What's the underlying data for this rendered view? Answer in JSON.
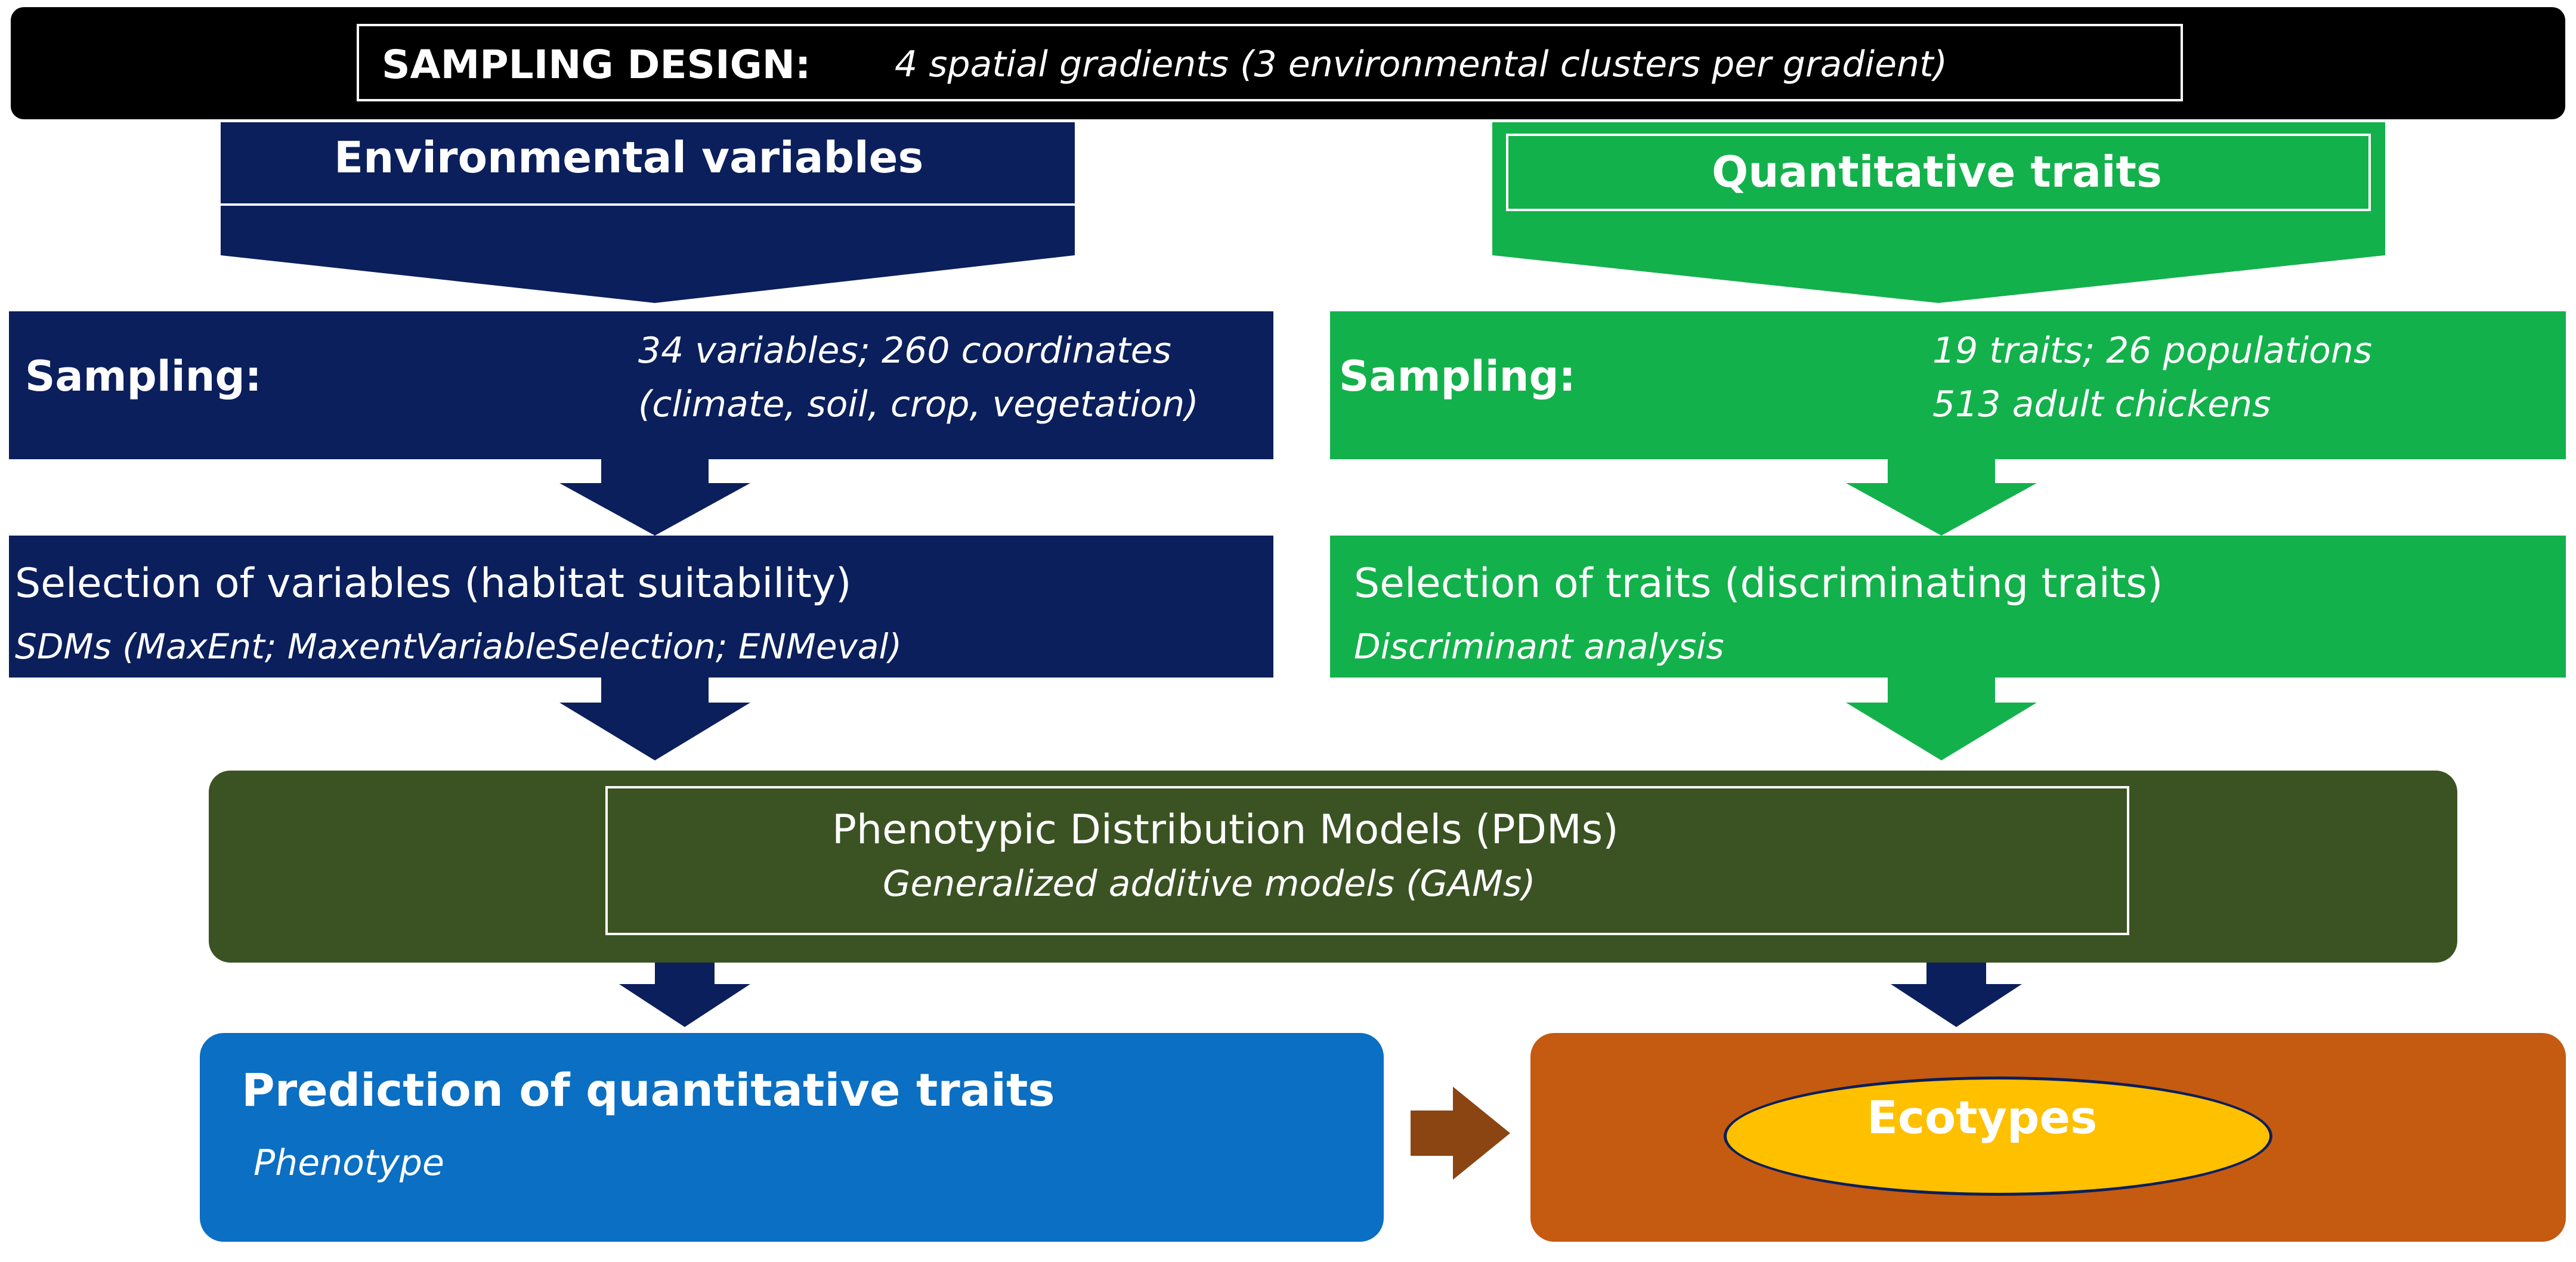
{
  "header": {
    "label": "SAMPLING DESIGN:",
    "detail": "4 spatial gradients (3  environmental clusters per gradient)"
  },
  "left": {
    "title": "Environmental variables",
    "sampling_label": "Sampling:",
    "sampling_line1": "34 variables; 260 coordinates",
    "sampling_line2": "(climate, soil, crop, vegetation)",
    "selection_title": "Selection of variables (habitat suitability)",
    "selection_method": "SDMs (MaxEnt; MaxentVariableSelection; ENMeval)"
  },
  "right": {
    "title": "Quantitative traits",
    "sampling_label": "Sampling:",
    "sampling_line1": "19  traits; 26 populations",
    "sampling_line2": "513 adult chickens",
    "selection_title": "Selection of traits (discriminating traits)",
    "selection_method": "Discriminant analysis"
  },
  "pdm": {
    "title": "Phenotypic Distribution Models (PDMs)",
    "method": "Generalized additive models (GAMs)"
  },
  "prediction": {
    "title": "Prediction of quantitative traits",
    "subtitle": "Phenotype"
  },
  "ecotypes": {
    "label": "Ecotypes"
  },
  "colors": {
    "navy": "#0B1F5C",
    "green": "#13B14B",
    "olive": "#3B5323",
    "blue": "#0B6FC3",
    "orange": "#C55A11",
    "yellow": "#FFC000",
    "header": "#000000",
    "connector": "#8B4513"
  }
}
